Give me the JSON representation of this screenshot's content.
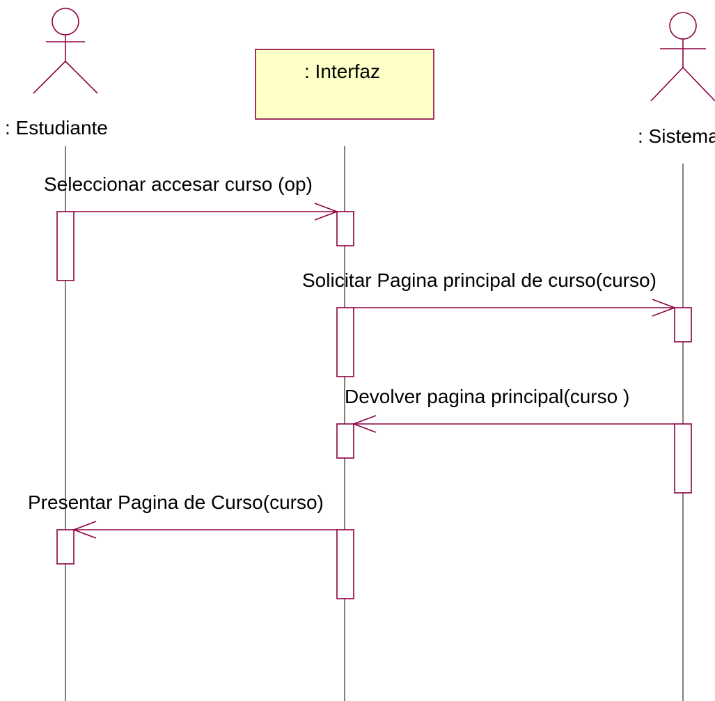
{
  "participants": {
    "estudiante": {
      "label": ": Estudiante",
      "kind": "actor"
    },
    "interfaz": {
      "label": ": Interfaz",
      "kind": "object"
    },
    "sistema": {
      "label": ": Sistema",
      "kind": "actor"
    }
  },
  "messages": [
    {
      "label": "Seleccionar accesar curso (op)",
      "from": "estudiante",
      "to": "interfaz",
      "order": 1
    },
    {
      "label": "Solicitar Pagina principal de curso(curso)",
      "from": "interfaz",
      "to": "sistema",
      "order": 2
    },
    {
      "label": "Devolver pagina principal(curso )",
      "from": "sistema",
      "to": "interfaz",
      "order": 3
    },
    {
      "label": "Presentar Pagina de Curso(curso)",
      "from": "interfaz",
      "to": "estudiante",
      "order": 4
    }
  ],
  "colors": {
    "stroke": "#8b0040",
    "object_fill": "#ffffc8",
    "lifeline": "#000000"
  }
}
